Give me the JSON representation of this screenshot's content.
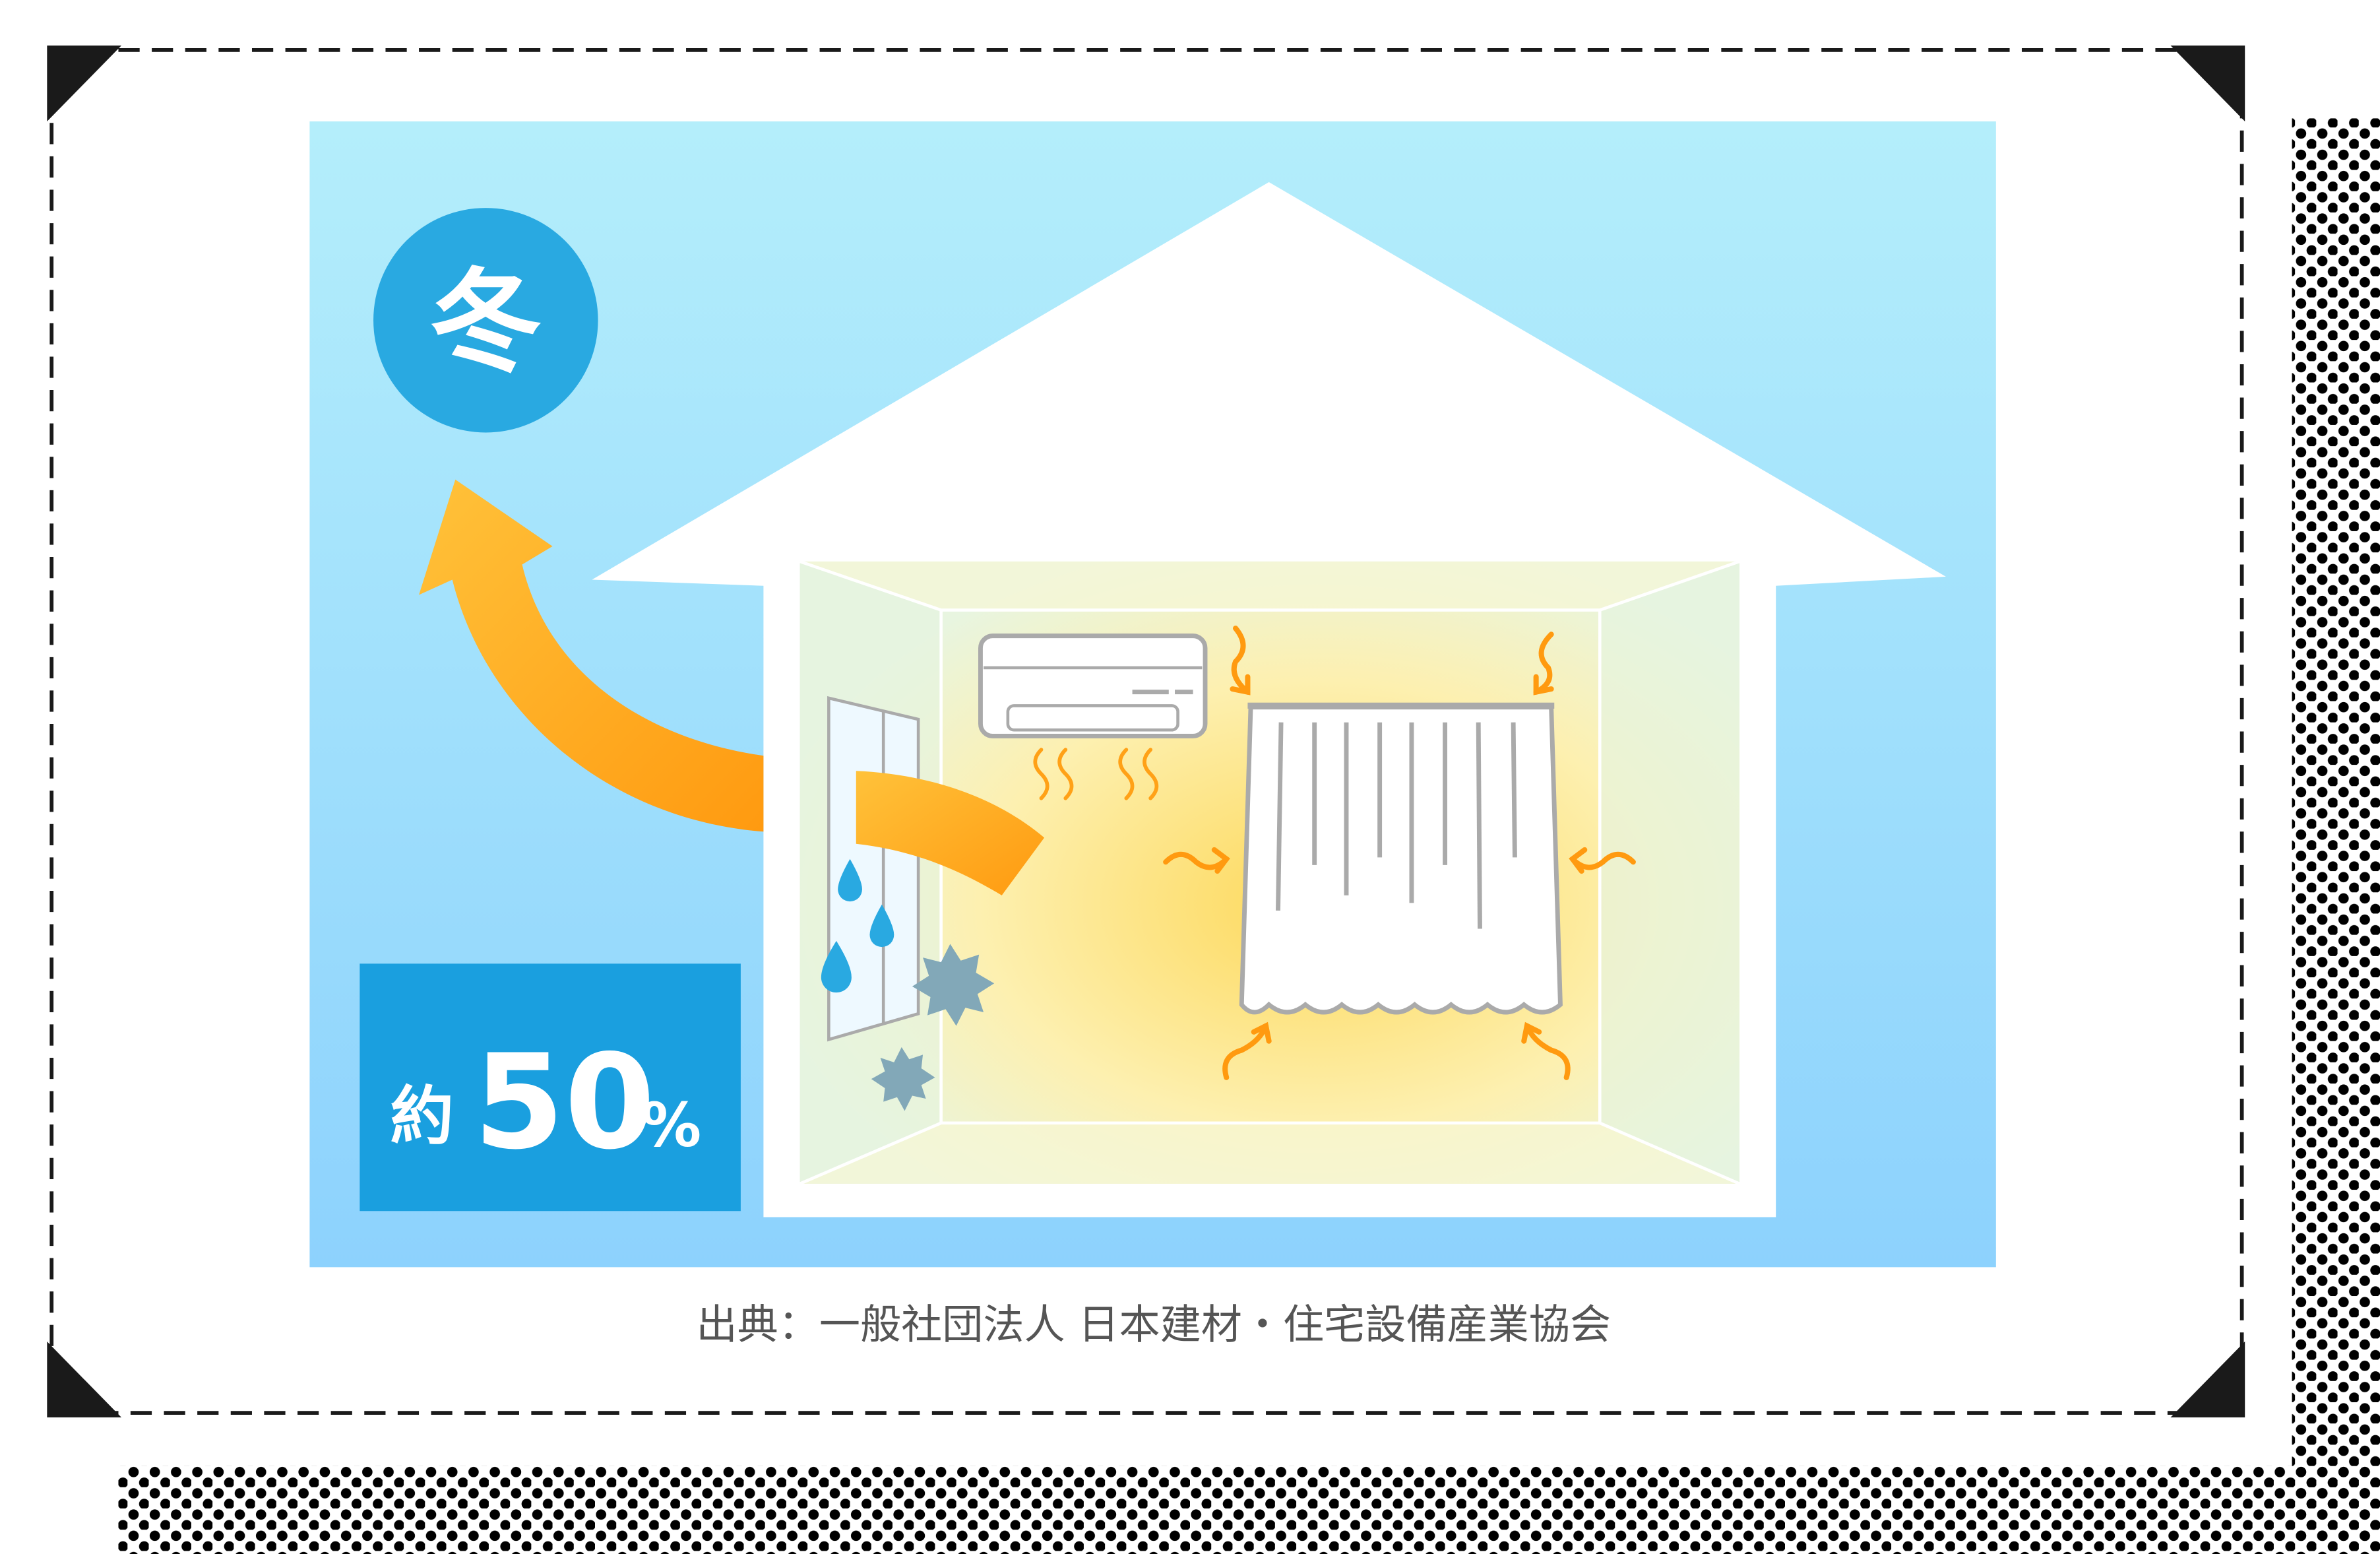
{
  "season_badge": {
    "label": "冬"
  },
  "heat_loss": {
    "prefix": "約",
    "value": "50",
    "unit": "%"
  },
  "source_caption": "出典：一般社団法人 日本建材・住宅設備産業協会",
  "colors": {
    "sky_top": "#b4eefb",
    "sky_bottom": "#8dd2fd",
    "badge_blue": "#29a9e1",
    "percent_box": "#1a9fdf",
    "arrow_orange": "#ffa117",
    "warm_yellow": "#fde27a",
    "frame_dark": "#1a1a1a"
  }
}
